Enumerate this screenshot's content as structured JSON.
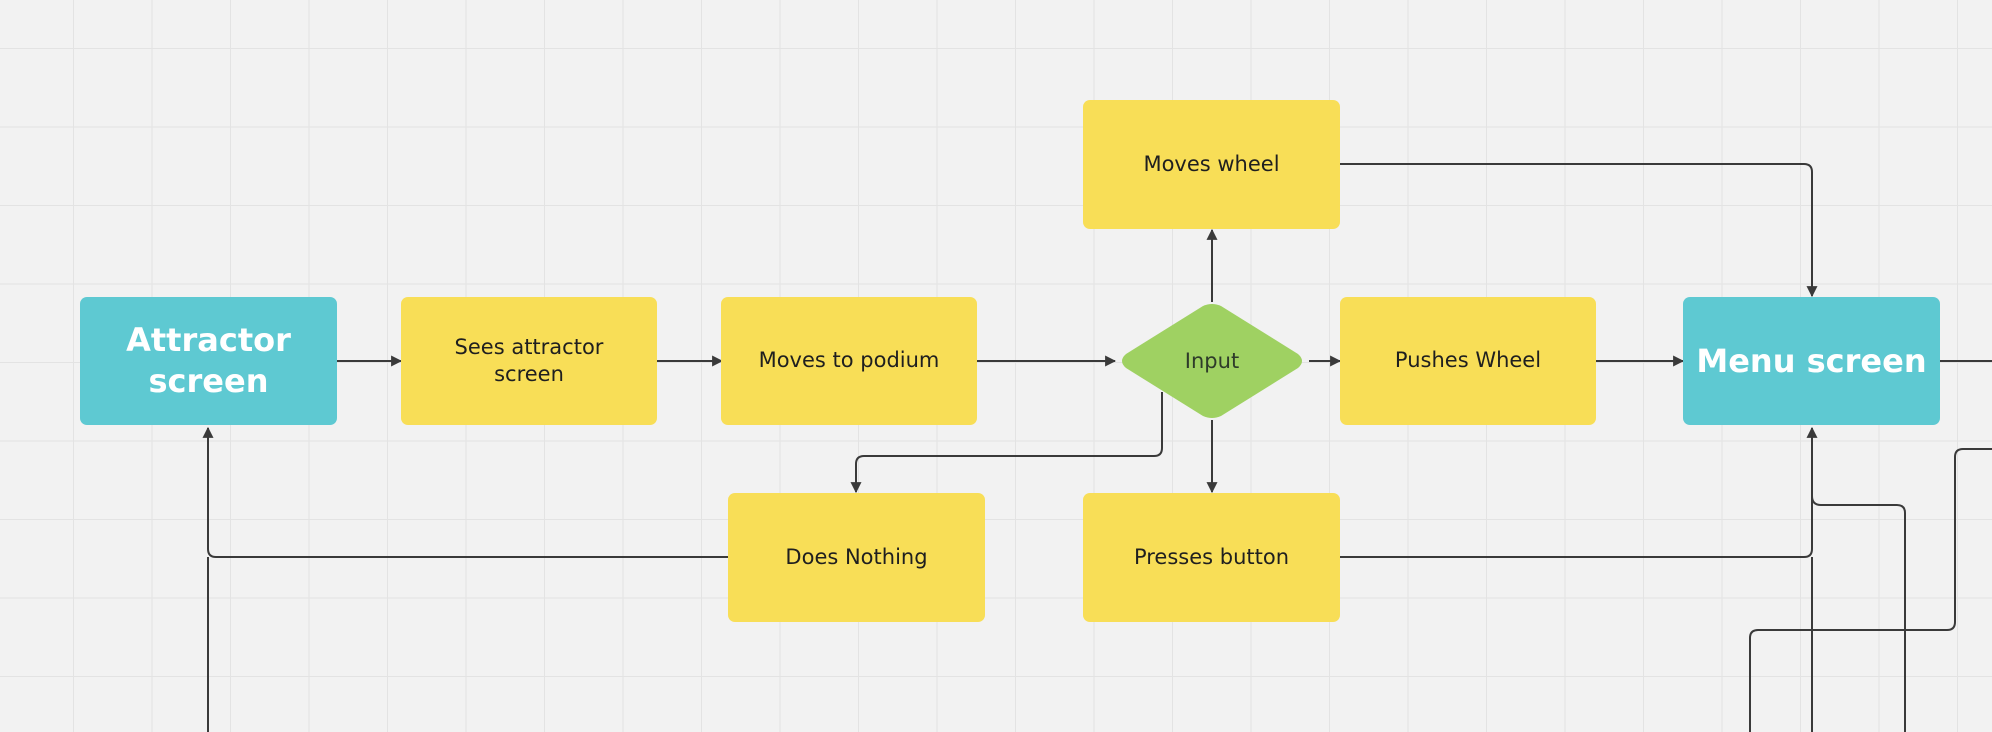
{
  "nodes": {
    "attractor_screen": "Attractor screen",
    "sees_attractor": "Sees attractor screen",
    "moves_to_podium": "Moves to podium",
    "input": "Input",
    "moves_wheel": "Moves wheel",
    "pushes_wheel": "Pushes Wheel",
    "presses_button": "Presses button",
    "does_nothing": "Does Nothing",
    "menu_screen": "Menu screen"
  },
  "colors": {
    "canvas": "#f2f2f2",
    "grid": "#e3e3e3",
    "process": "#f8de57",
    "terminal": "#5ec9d2",
    "decision": "#9fd162",
    "connector": "#3a3a3a"
  }
}
